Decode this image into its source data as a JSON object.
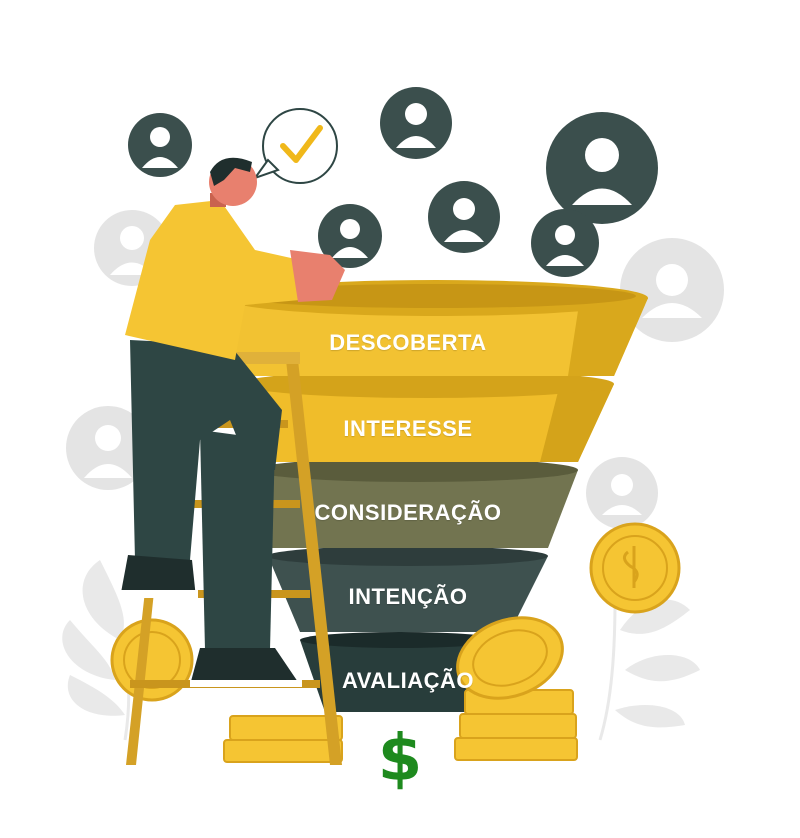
{
  "funnel": {
    "stages": [
      {
        "label": "DESCOBERTA",
        "color": "#f2c232",
        "shade": "#d9a81c"
      },
      {
        "label": "INTERESSE",
        "color": "#f0bd2a",
        "shade": "#d4a31a"
      },
      {
        "label": "CONSIDERAÇÃO",
        "color": "#727450",
        "shade": "#5a5c3c"
      },
      {
        "label": "INTENÇÃO",
        "color": "#3e514f",
        "shade": "#2e3d3c"
      },
      {
        "label": "AVALIAÇÃO",
        "color": "#283d3b",
        "shade": "#1b2b2a"
      }
    ]
  },
  "footer": {
    "currency_symbol": "$"
  },
  "colors": {
    "gold": "#f5c533",
    "gold_dark": "#d9a31c",
    "teal_dark": "#2e4644",
    "grey_light": "#e4e4e4",
    "check_yellow": "#f0b81a",
    "dollar_green": "#1e8a1e"
  },
  "icons": [
    "user-avatar-icon",
    "checkmark-icon",
    "coin-icon",
    "leaf-icon",
    "ladder-icon"
  ]
}
